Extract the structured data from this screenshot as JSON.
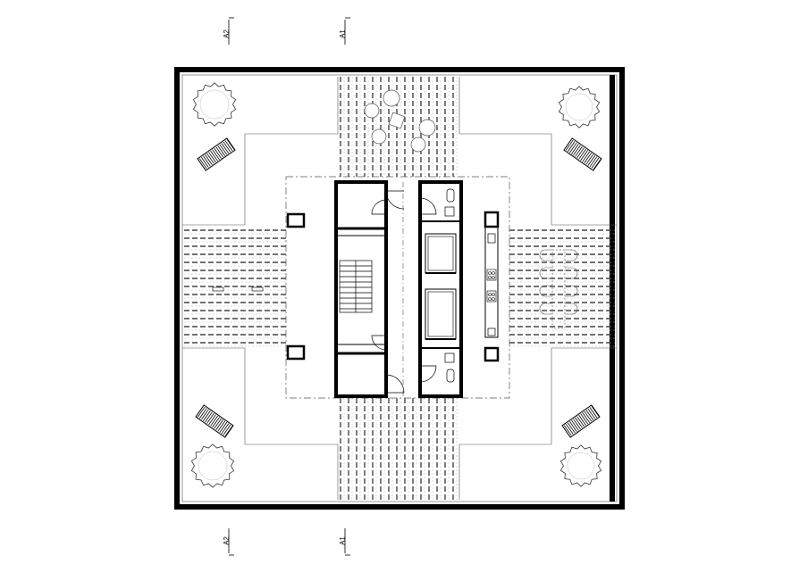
{
  "section_markers": {
    "top_left": "A2",
    "top_right": "A1",
    "bottom_left": "A2",
    "bottom_right": "A1"
  },
  "colors": {
    "wall": "#000000",
    "line": "#555555",
    "light": "#bdbdbd",
    "paper": "#ffffff"
  },
  "icons": [
    "tree-icon",
    "sun-lounger-icon",
    "chair-icon",
    "sink-icon",
    "stove-icon"
  ]
}
